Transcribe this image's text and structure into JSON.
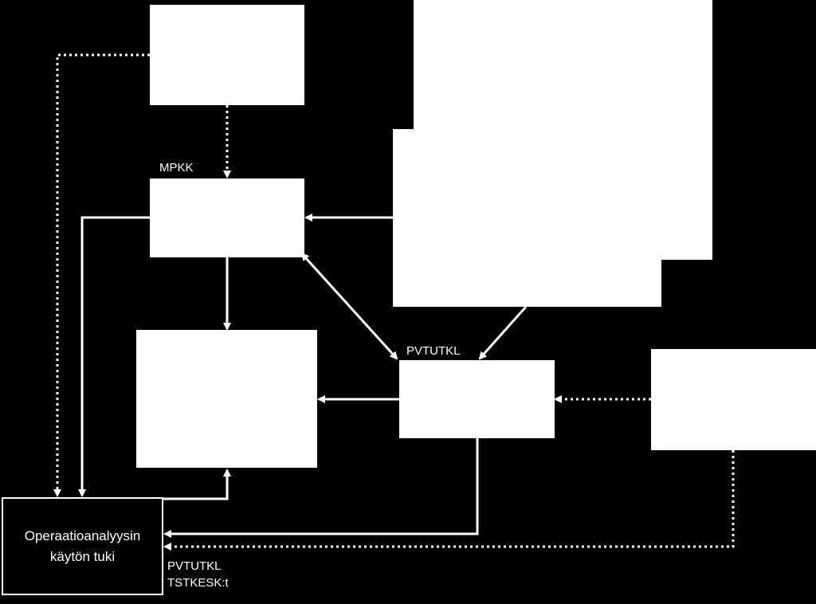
{
  "colors": {
    "background": "#000000",
    "box_fill": "#ffffff",
    "line": "#ffffff"
  },
  "labels": {
    "mpkk": "MPKK",
    "pvtutkl_center": "PVTUTKL",
    "oa_line1": "Operaatioanalyysin",
    "oa_line2": "käytön tuki",
    "pvtutkl_bottom": "PVTUTKL",
    "tstkesk": "TSTKESK:t"
  }
}
